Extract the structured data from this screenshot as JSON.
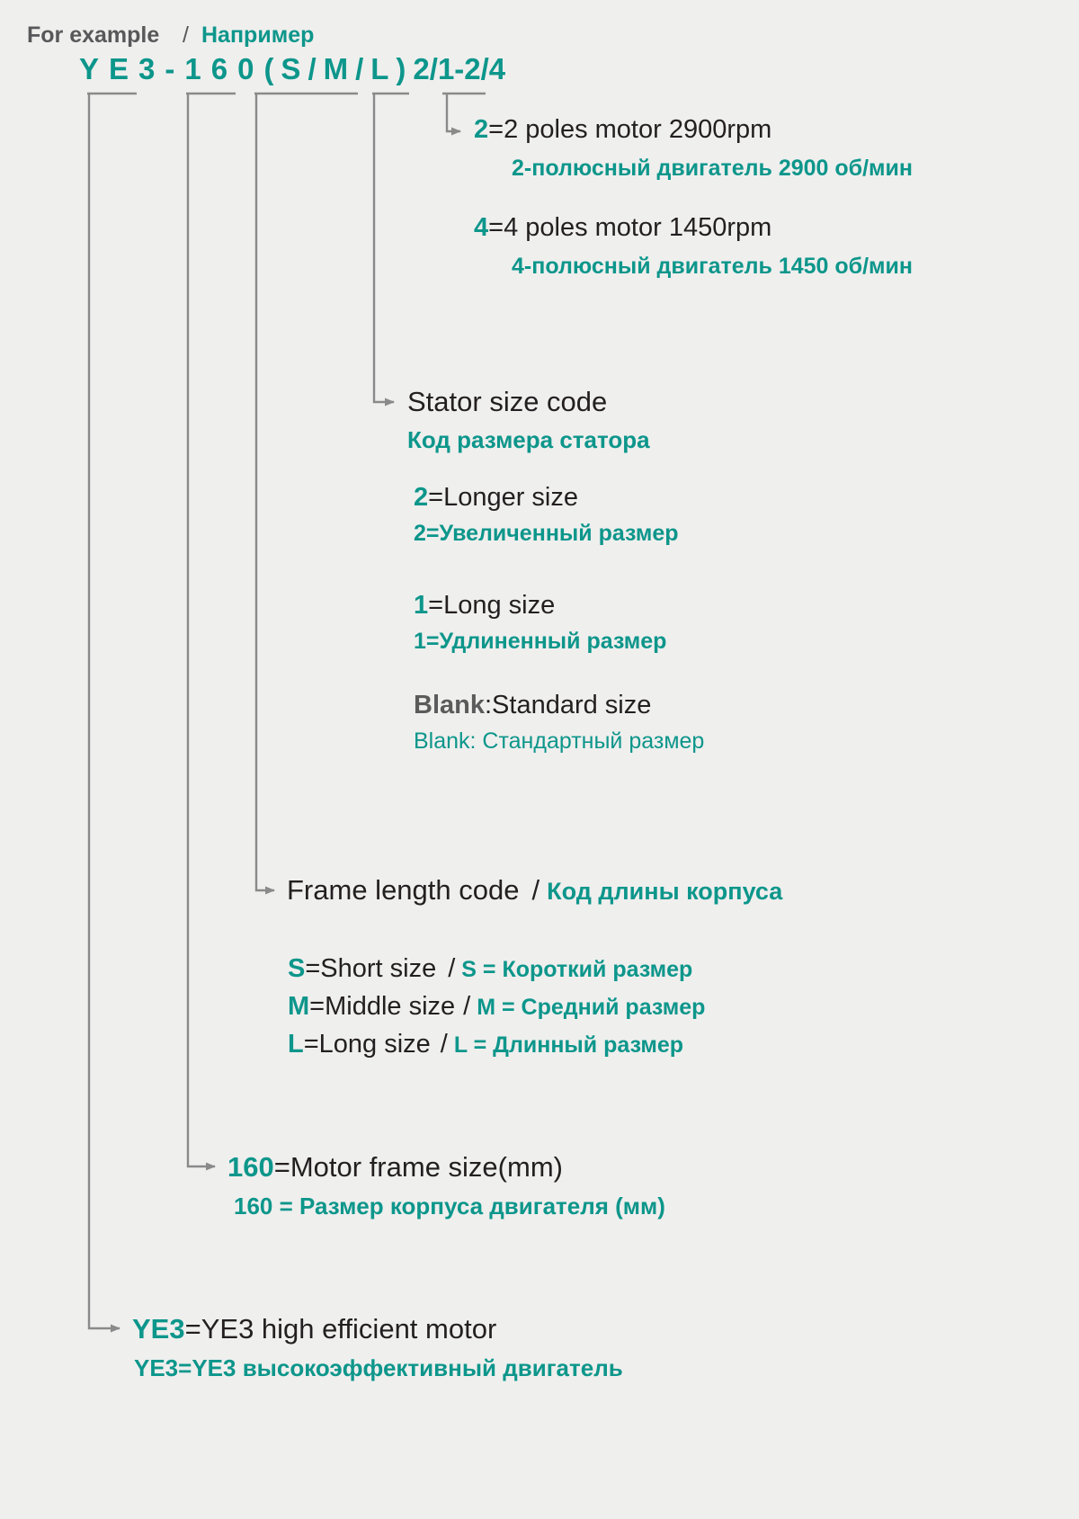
{
  "header": {
    "example_label": "For example",
    "separator": "/",
    "example_label_ru": "Например"
  },
  "model_code": {
    "prefix": "YE3",
    "dash": "-",
    "frame": "160",
    "length": "(S/M/L)",
    "stator_poles": "2/1-2/4",
    "full": "YE3 - 160 (S/M/L) 2/1-2/4"
  },
  "colors": {
    "teal": "#0d968b",
    "dark": "#231f20",
    "gray": "#5b5b5b",
    "background": "#efefee",
    "connector": "#7d7d7d"
  },
  "entries": {
    "poles_2": {
      "key": "2",
      "en": "=2 poles motor 2900rpm",
      "ru": "2-полюсный двигатель 2900 об/мин"
    },
    "poles_4": {
      "key": "4",
      "en": "=4 poles motor 1450rpm",
      "ru": "4-полюсный двигатель 1450 об/мин"
    },
    "stator_size_code": {
      "en": "Stator size code",
      "ru": "Код размера статора"
    },
    "longer_size": {
      "key": "2",
      "en": "=Longer size",
      "ru": "2=Увеличенный размер"
    },
    "long_size": {
      "key": "1",
      "en": "=Long size",
      "ru": "1=Удлиненный размер"
    },
    "blank_size": {
      "key": "Blank",
      "en": ":Standard size",
      "ru": "Blank: Стандартный размер"
    },
    "frame_length_code": {
      "en": "Frame length code",
      "separator": "/",
      "ru": "Код длины корпуса"
    },
    "sml": [
      {
        "key": "S",
        "en": "=Short size",
        "separator": "/",
        "ru": "S = Короткий размер"
      },
      {
        "key": "M",
        "en": "=Middle size",
        "separator": "/",
        "ru": "M = Средний размер"
      },
      {
        "key": "L",
        "en": "=Long size",
        "separator": "/",
        "ru": "L = Длинный размер"
      }
    ],
    "frame_size": {
      "key": "160",
      "en": "=Motor frame size(mm)",
      "ru": "160 = Размер корпуса двигателя (мм)"
    },
    "motor_type": {
      "key": "YE3",
      "en": "=YE3 high efficient motor",
      "ru": "YE3=YE3 высокоэффективный двигатель"
    }
  }
}
